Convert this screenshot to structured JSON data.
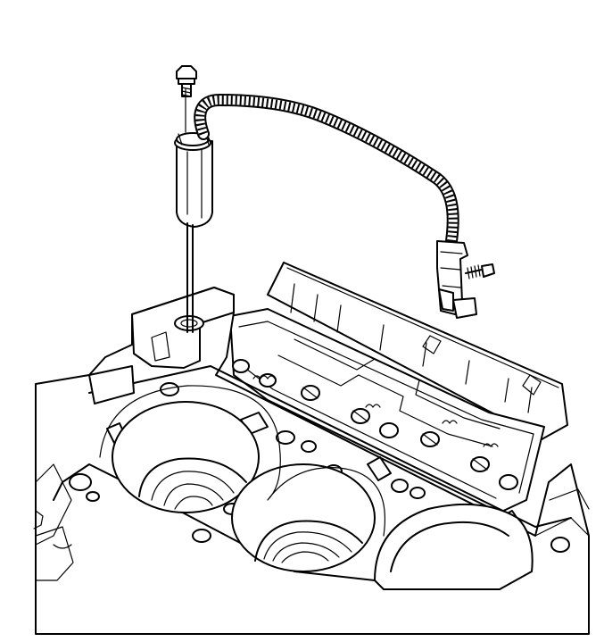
{
  "figure": {
    "colors": {
      "line": "#000000",
      "background": "#ffffff"
    },
    "parts": [
      "engine-block",
      "cylinder-bores",
      "oil-dipstick-tube",
      "tube-bolt",
      "wiring-harness",
      "harness-connector",
      "harness-bolt",
      "valley-cover"
    ]
  }
}
